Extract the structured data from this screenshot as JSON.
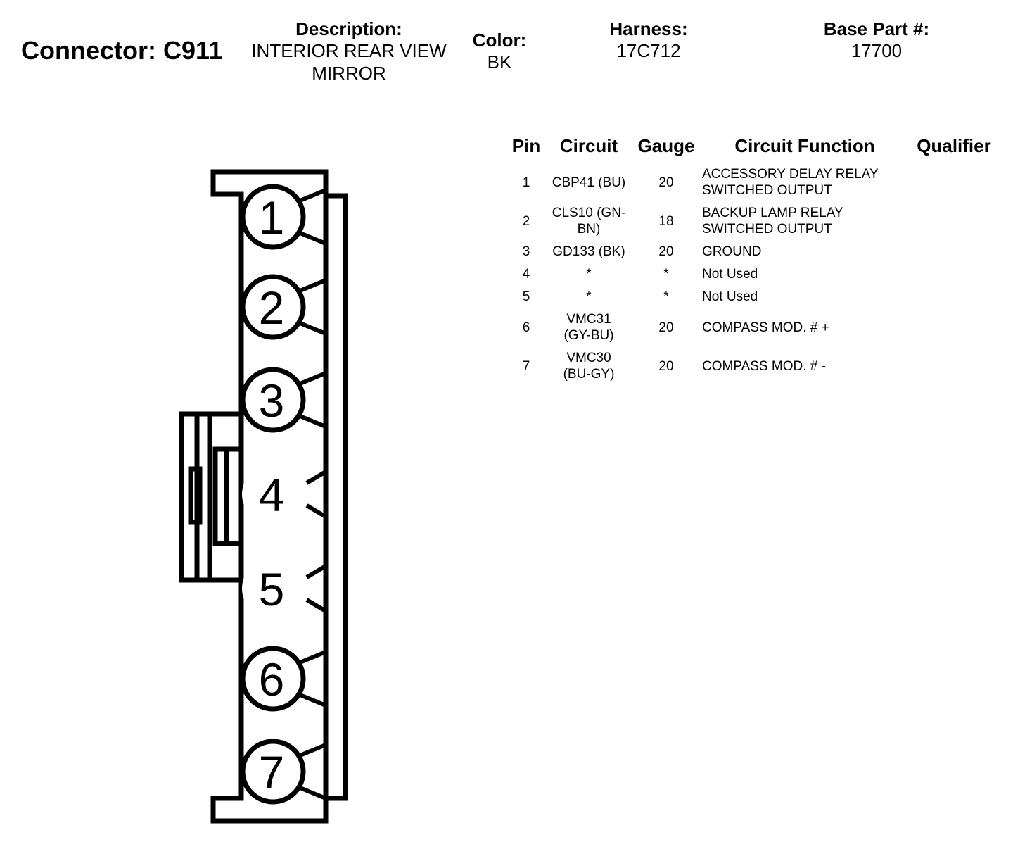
{
  "header": {
    "connector_title": "Connector: C911",
    "description_label": "Description:",
    "description_line1": "INTERIOR REAR VIEW",
    "description_line2": "MIRROR",
    "color_label": "Color:",
    "color_value": "BK",
    "harness_label": "Harness:",
    "harness_value": "17C712",
    "base_part_label": "Base Part #:",
    "base_part_value": "17700"
  },
  "diagram": {
    "pin_labels": [
      "1",
      "2",
      "3",
      "4",
      "5",
      "6",
      "7"
    ]
  },
  "table": {
    "headers": {
      "pin": "Pin",
      "circuit": "Circuit",
      "gauge": "Gauge",
      "function": "Circuit Function",
      "qualifier": "Qualifier"
    },
    "rows": [
      {
        "pin": "1",
        "circuit_l1": "CBP41 (BU)",
        "circuit_l2": "",
        "gauge": "20",
        "function_l1": "ACCESSORY DELAY RELAY",
        "function_l2": "SWITCHED OUTPUT",
        "qualifier": ""
      },
      {
        "pin": "2",
        "circuit_l1": "CLS10 (GN-",
        "circuit_l2": "BN)",
        "gauge": "18",
        "function_l1": "BACKUP LAMP RELAY",
        "function_l2": "SWITCHED OUTPUT",
        "qualifier": ""
      },
      {
        "pin": "3",
        "circuit_l1": "GD133 (BK)",
        "circuit_l2": "",
        "gauge": "20",
        "function_l1": "GROUND",
        "function_l2": "",
        "qualifier": ""
      },
      {
        "pin": "4",
        "circuit_l1": "*",
        "circuit_l2": "",
        "gauge": "*",
        "function_l1": "Not Used",
        "function_l2": "",
        "qualifier": ""
      },
      {
        "pin": "5",
        "circuit_l1": "*",
        "circuit_l2": "",
        "gauge": "*",
        "function_l1": "Not Used",
        "function_l2": "",
        "qualifier": ""
      },
      {
        "pin": "6",
        "circuit_l1": "VMC31",
        "circuit_l2": "(GY-BU)",
        "gauge": "20",
        "function_l1": "COMPASS MOD. # +",
        "function_l2": "",
        "qualifier": ""
      },
      {
        "pin": "7",
        "circuit_l1": "VMC30",
        "circuit_l2": "(BU-GY)",
        "gauge": "20",
        "function_l1": "COMPASS MOD. # -",
        "function_l2": "",
        "qualifier": ""
      }
    ]
  }
}
